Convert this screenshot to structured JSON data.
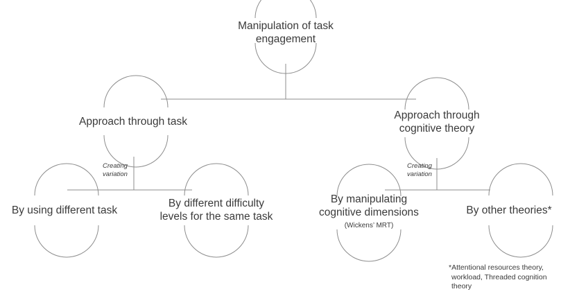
{
  "root": {
    "line1": "Manipulation of task",
    "line2": "engagement"
  },
  "left_branch": {
    "label": "Approach through task",
    "connector_label": {
      "line1": "Creating",
      "line2": "variation"
    },
    "children": [
      {
        "line1": "By using different task"
      },
      {
        "line1": "By different difficulty",
        "line2": "levels for the same task"
      }
    ]
  },
  "right_branch": {
    "label": {
      "line1": "Approach through",
      "line2": "cognitive theory"
    },
    "connector_label": {
      "line1": "Creating",
      "line2": "variation"
    },
    "children": [
      {
        "line1": "By manipulating",
        "line2": "cognitive dimensions",
        "sub": "(Wickens’ MRT)"
      },
      {
        "line1": "By other theories*"
      }
    ]
  },
  "footnote": {
    "line1": "*Attentional resources theory,",
    "line2": "workload,  Threaded cognition",
    "line3": "theory"
  },
  "colors": {
    "line": "#8c8c8c",
    "text": "#3a3a3a"
  }
}
